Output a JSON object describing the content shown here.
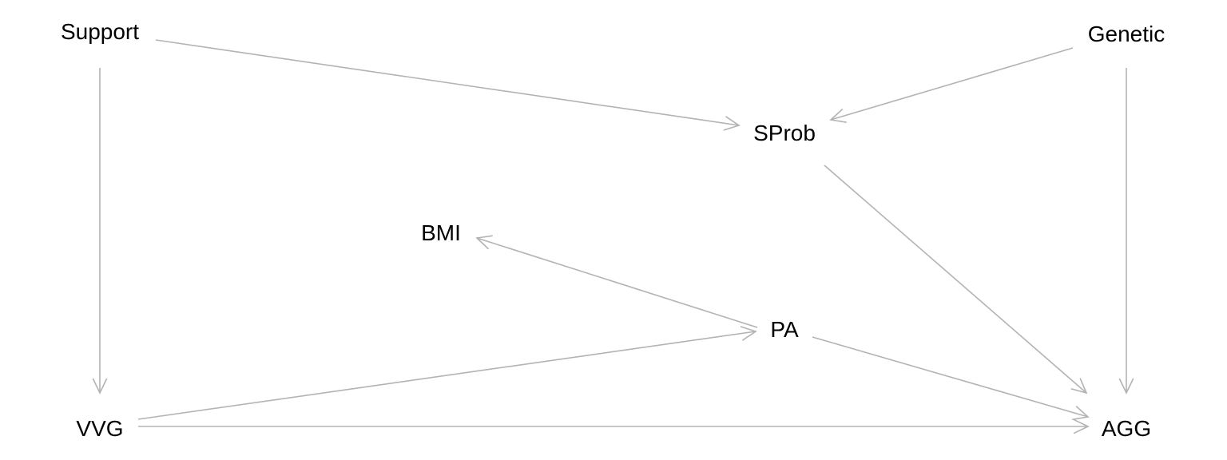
{
  "edge_color": "#b3b3b3",
  "nodes": {
    "support": {
      "label": "Support"
    },
    "genetic": {
      "label": "Genetic"
    },
    "sprob": {
      "label": "SProb"
    },
    "bmi": {
      "label": "BMI"
    },
    "pa": {
      "label": "PA"
    },
    "vvg": {
      "label": "VVG"
    },
    "agg": {
      "label": "AGG"
    }
  },
  "edges": [
    {
      "from": "support",
      "to": "sprob"
    },
    {
      "from": "genetic",
      "to": "sprob"
    },
    {
      "from": "support",
      "to": "vvg"
    },
    {
      "from": "genetic",
      "to": "agg"
    },
    {
      "from": "sprob",
      "to": "agg"
    },
    {
      "from": "pa",
      "to": "bmi"
    },
    {
      "from": "vvg",
      "to": "pa"
    },
    {
      "from": "pa",
      "to": "agg"
    },
    {
      "from": "vvg",
      "to": "agg"
    }
  ]
}
